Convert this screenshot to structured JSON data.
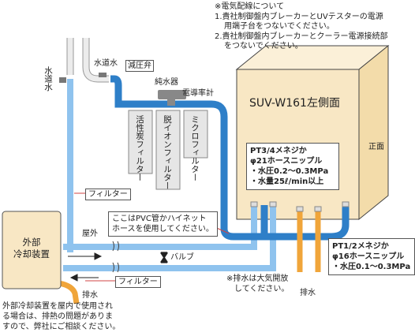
{
  "notes": {
    "title": "※電気配線について",
    "item1_line1": "1.貴社制御盤内ブレーカーとUVテスターの電源",
    "item1_line2": "用端子台をつないでください。",
    "item2_line1": "2.貴社制御盤内ブレーカーとクーラー電源接続部",
    "item2_line2": "をつないでください。"
  },
  "labels": {
    "tap_water_left": "水道水",
    "tap_water_top": "水道水",
    "pressure_valve": "減圧弁",
    "purifier": "純水器",
    "conductivity": "電導率計",
    "filter_carbon": "活性炭フィルター",
    "filter_deion": "脱イオンフィルター",
    "filter_micro": "ミクロフィルター",
    "unit_title": "SUV-W161左側面",
    "front": "正面",
    "filter1": "フィルター",
    "filter2": "フィルター",
    "outdoor": "屋外",
    "valve": "バルブ",
    "drain1": "排水",
    "drain2": "排水",
    "external_line1": "外部",
    "external_line2": "冷却装置"
  },
  "spec_inlet": {
    "line1": "PT3/4メネジか",
    "line2": "φ21ホースニップル",
    "line3": "・水圧0.2～0.3MPa",
    "line4": "・水量25ℓ/min以上"
  },
  "spec_outlet": {
    "line1": "PT1/2メネジか",
    "line2": "φ16ホースニップル",
    "line3": "・水圧0.1～0.3MPa"
  },
  "pvc_note": {
    "line1": "ここはPVC管かハイネット",
    "line2": "ホースを使用してください。"
  },
  "drain_note": {
    "line1": "※排水は大気開放",
    "line2": "してください。"
  },
  "bottom_note": {
    "line1": "外部冷却装置を屋内で使用され",
    "line2": "る場合は、排熱の問題がありま",
    "line3": "すので、弊社にご相談ください。"
  },
  "colors": {
    "dark_blue": "#2e7fc8",
    "light_blue": "#8fc3ee",
    "orange": "#f0a53a",
    "unit_fill": "#f8e7c4",
    "pipe_gray": "#e6e6e6"
  }
}
